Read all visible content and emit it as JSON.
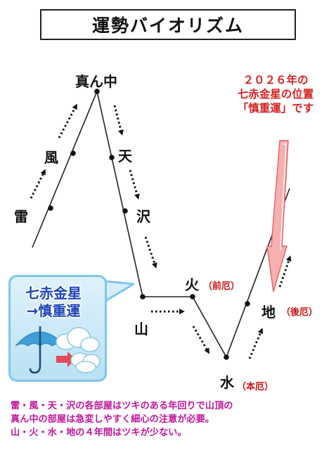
{
  "title": "運勢バイオリズム",
  "labels": {
    "rai": "雷",
    "fu": "風",
    "shinnaka": "真ん中",
    "ten": "天",
    "taku": "沢",
    "san": "山",
    "ka": "火",
    "sui": "水",
    "chi": "地"
  },
  "yakudoshi": {
    "zenyaku": "（前厄）",
    "honyaku": "（本厄）",
    "koyaku": "（後厄）"
  },
  "note": {
    "line1": "２０２６年の",
    "line2": "七赤金星の位置",
    "line3": "「慎重運」です"
  },
  "badge": {
    "line1": "七赤金星",
    "line2": "→慎重運"
  },
  "footer": {
    "line1": "雷・風・天・沢の各部屋はツキのある年回りで山頂の",
    "line2": "真ん中の部屋は急変しやすく細心の注意が必要。",
    "line3": "山・火・水・地の４年間はツキが少ない。"
  },
  "colors": {
    "line": "#222222",
    "note_red": "#d42020",
    "yaku_red": "#cc1111",
    "footer_magenta": "#c0169a",
    "badge_blue": "#1c45b8",
    "badge_bg": "#c9e8f6",
    "umbrella": "#3f9fd8",
    "arrow_pink": "#f6b0b0"
  },
  "icons": [
    "umbrella-icon",
    "cloud-icon",
    "arrow-right-icon",
    "down-arrow-icon"
  ]
}
